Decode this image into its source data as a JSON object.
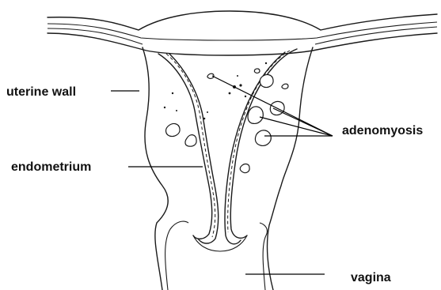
{
  "labels": {
    "uterine_wall": "uterine wall",
    "endometrium": "endometrium",
    "adenomyosis": "adenomyosis",
    "vagina": "vagina"
  }
}
